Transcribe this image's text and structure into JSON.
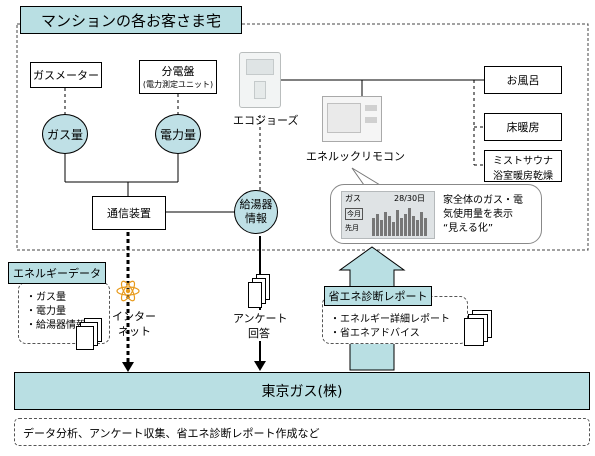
{
  "colors": {
    "accent_fill": "#b9dfe3",
    "node_fill": "#bfe0e6",
    "arrow_fill": "#b9dfe3"
  },
  "header": {
    "title": "マンションの各お客さま宅"
  },
  "nodes": {
    "gas_meter": "ガスメーター",
    "panel_line1": "分電盤",
    "panel_line2": "(電力測定ユニット)",
    "gas_amount": "ガス量",
    "power_amount": "電力量",
    "comm_device": "通信装置",
    "heater_info_line1": "給湯器",
    "heater_info_line2": "情報",
    "ecojozu": "エコジョーズ",
    "remote": "エネルックリモコン",
    "bath": "お風呂",
    "floor_heating": "床暖房",
    "mist_line1": "ミストサウナ",
    "mist_line2": "浴室暖房乾燥"
  },
  "remote_screen": {
    "gas_label": "ガス",
    "date": "28/30日",
    "this_month": "今月",
    "last_month": "先月",
    "caption_line1": "家全体のガス・電",
    "caption_line2": "気使用量を表示",
    "caption_line3": "“見える化”"
  },
  "energy_data": {
    "title": "エネルギーデータ",
    "items": [
      "・ガス量",
      "・電力量",
      "・給湯器情報"
    ]
  },
  "internet": {
    "line1": "インター",
    "line2": "ネット"
  },
  "survey": {
    "line1": "アンケート",
    "line2": "回答"
  },
  "report": {
    "title": "省エネ診断レポート",
    "items": [
      "・エネルギー詳細レポート",
      "・省エネアドバイス"
    ]
  },
  "tokyo_gas": {
    "label": "東京ガス(株)"
  },
  "footer": {
    "text": "データ分析、アンケート収集、省エネ診断レポート作成など"
  }
}
